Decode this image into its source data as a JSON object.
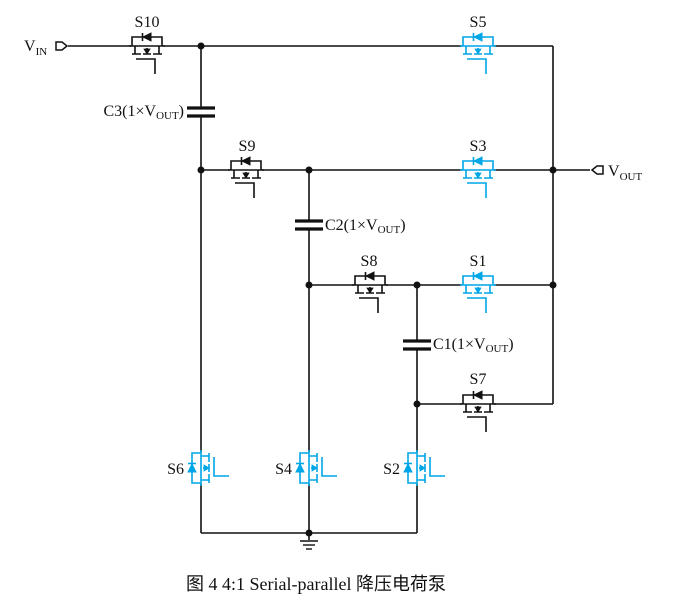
{
  "colors": {
    "wire": "#111111",
    "highlight": "#00a6e6"
  },
  "terminals": {
    "vin": {
      "label": "V",
      "sub": "IN"
    },
    "vout": {
      "label": "V",
      "sub": "OUT"
    }
  },
  "switches": [
    {
      "name": "S10",
      "active": false
    },
    {
      "name": "S5",
      "active": true
    },
    {
      "name": "S9",
      "active": false
    },
    {
      "name": "S3",
      "active": true
    },
    {
      "name": "S8",
      "active": false
    },
    {
      "name": "S1",
      "active": true
    },
    {
      "name": "S7",
      "active": false
    },
    {
      "name": "S6",
      "active": true
    },
    {
      "name": "S4",
      "active": true
    },
    {
      "name": "S2",
      "active": true
    }
  ],
  "capacitors": [
    {
      "prefix": "C3(1×V",
      "sub": "OUT",
      "suffix": ")"
    },
    {
      "prefix": "C2(1×V",
      "sub": "OUT",
      "suffix": ")"
    },
    {
      "prefix": "C1(1×V",
      "sub": "OUT",
      "suffix": ")"
    }
  ],
  "caption": "图 4 4:1 Serial-parallel 降压电荷泵"
}
